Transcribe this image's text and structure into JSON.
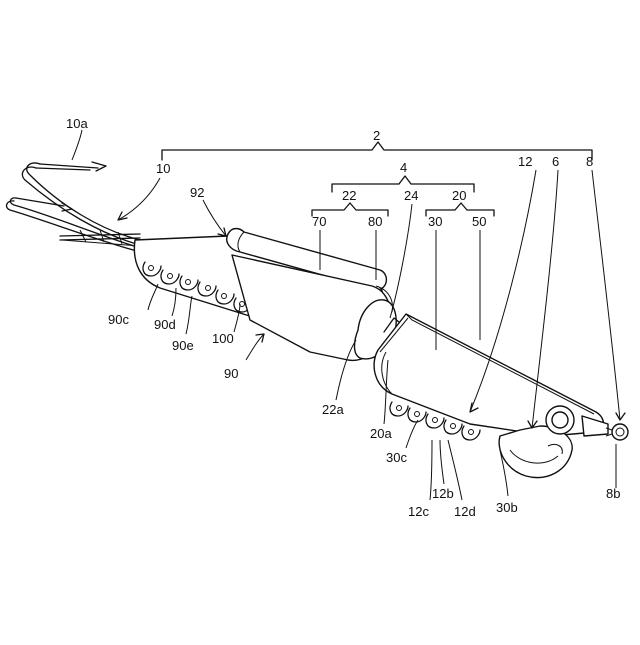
{
  "figure": {
    "labels": {
      "l2": "2",
      "l4": "4",
      "l6": "6",
      "l8": "8",
      "l8b": "8b",
      "l10": "10",
      "l10a": "10a",
      "l12": "12",
      "l12b": "12b",
      "l12c": "12c",
      "l12d": "12d",
      "l20": "20",
      "l20a": "20a",
      "l22": "22",
      "l22a": "22a",
      "l24": "24",
      "l30": "30",
      "l30b": "30b",
      "l30c": "30c",
      "l50": "50",
      "l70": "70",
      "l80": "80",
      "l90": "90",
      "l90c": "90c",
      "l90d": "90d",
      "l90e": "90e",
      "l92": "92",
      "l100": "100"
    }
  }
}
